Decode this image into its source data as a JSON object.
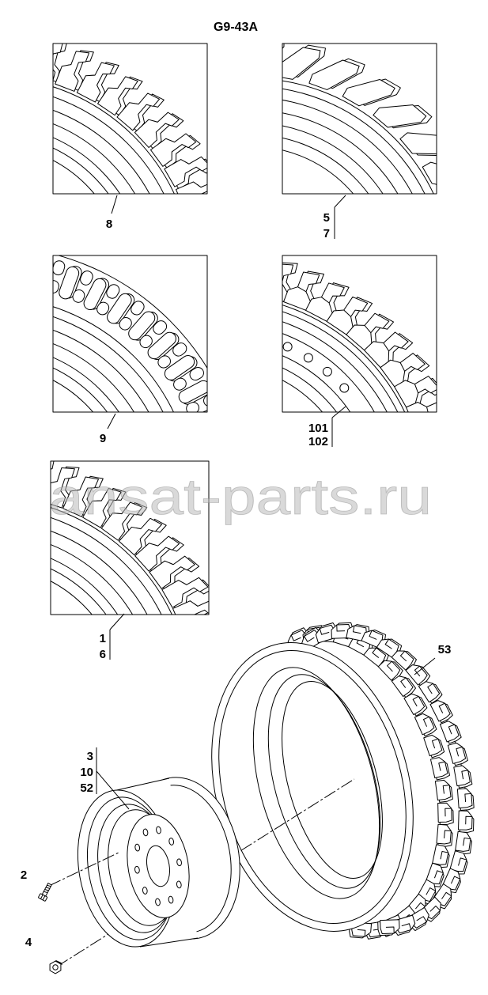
{
  "title": "G9-43A",
  "watermark": "ansat-parts.ru",
  "details": [
    {
      "callouts": [
        "8"
      ]
    },
    {
      "callouts": [
        "5",
        "7"
      ]
    },
    {
      "callouts": [
        "9"
      ]
    },
    {
      "callouts": [
        "101",
        "102"
      ]
    },
    {
      "callouts": [
        "1",
        "6"
      ]
    }
  ],
  "assembly": {
    "tire_callouts": [
      "53"
    ],
    "rim_callouts": [
      "3",
      "10",
      "52"
    ],
    "bolt_callouts": [
      "2"
    ],
    "nut_callouts": [
      "4"
    ]
  },
  "colors": {
    "line": "#000000",
    "background": "#ffffff",
    "watermark": "#b9b9b9"
  }
}
